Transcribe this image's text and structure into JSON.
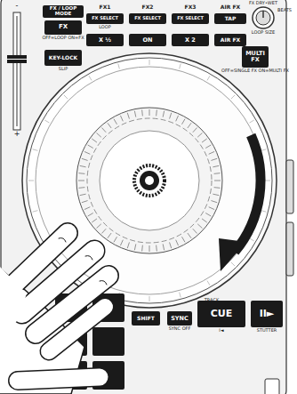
{
  "diagram": {
    "nodes": [
      {
        "text": [
          "FX / LOOP MODE"
        ]
      },
      {
        "text": [
          "FX",
          "OFF=LOOP ON=FX"
        ]
      },
      {
        "text": [
          "KEY-LOCK",
          "SLIP"
        ]
      },
      {
        "text": [
          "FX SELECT",
          "LOOP"
        ]
      },
      {
        "text": [
          "X ½"
        ]
      },
      {
        "text": [
          "FX SELECT"
        ]
      },
      {
        "text": [
          "ON"
        ]
      },
      {
        "text": [
          "FX SELECT"
        ]
      },
      {
        "text": [
          "X 2"
        ]
      },
      {
        "text": [
          "TAP"
        ]
      },
      {
        "text": [
          "AIR FX"
        ]
      },
      {
        "text": [
          "MULTI FX",
          "OFF=SINGLE FX ON=MULTI FX"
        ]
      },
      {
        "text": [
          "SHIFT"
        ]
      },
      {
        "text": [
          "SYNC",
          "SYNC OFF"
        ]
      },
      {
        "text": [
          "CUE",
          "I◄"
        ]
      },
      {
        "text": [
          "II►",
          "STUTTER"
        ]
      }
    ],
    "edges": [],
    "labels": [
      "FX1",
      "FX2",
      "FX3",
      "AIR FX",
      "FX DRY•WET",
      "BEATS",
      "LOOP SIZE",
      "-",
      "+",
      "TRACK"
    ]
  }
}
